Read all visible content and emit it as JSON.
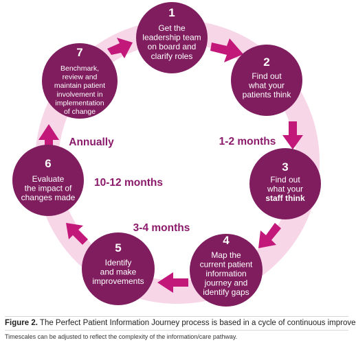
{
  "diagram": {
    "steps": [
      {
        "number": "1",
        "lines": [
          "Get the",
          "leadership team",
          "on board and",
          "clarify roles"
        ]
      },
      {
        "number": "2",
        "lines": [
          "Find out",
          "what your",
          "patients think"
        ]
      },
      {
        "number": "3",
        "lines": [
          "Find out",
          "what your",
          "staff think"
        ]
      },
      {
        "number": "4",
        "lines": [
          "Map the",
          "current patient",
          "information",
          "journey and",
          "identify gaps"
        ]
      },
      {
        "number": "5",
        "lines": [
          "Identify",
          "and make",
          "improvements"
        ]
      },
      {
        "number": "6",
        "lines": [
          "Evaluate",
          "the impact of",
          "changes made"
        ]
      },
      {
        "number": "7",
        "lines": [
          "Benchmark,",
          "review and",
          "maintain patient",
          "involvement in",
          "implementation",
          "of change"
        ]
      }
    ],
    "timescales": [
      "1-2 months",
      "3-4 months",
      "10-12 months",
      "Annually"
    ],
    "colors": {
      "node": "#7f1d5e",
      "ring": "#f7d6e8",
      "arrow": "#c2187a",
      "label": "#8b1a6b"
    }
  },
  "caption": {
    "label": "Figure 2.",
    "text": " The Perfect Patient Information Journey process is based in a cycle of continuous improvement"
  },
  "footnote": "Timescales can be adjusted to reflect the complexity of the information/care pathway."
}
